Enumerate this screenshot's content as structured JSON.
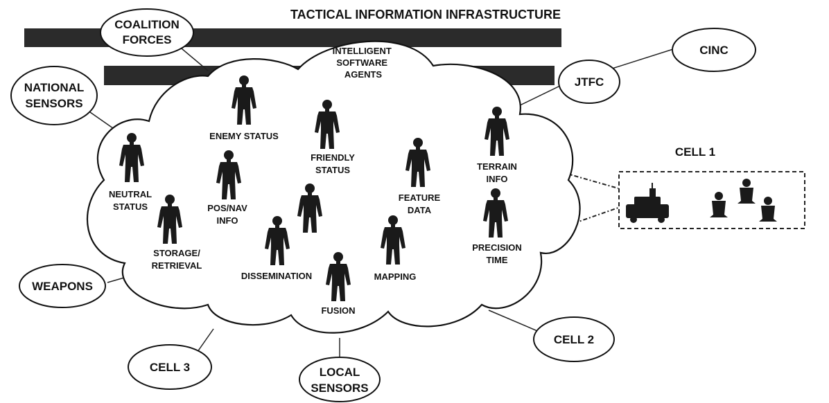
{
  "title": "TACTICAL INFORMATION INFRASTRUCTURE",
  "cloud_label": [
    "INTELLIGENT",
    "SOFTWARE",
    "AGENTS"
  ],
  "nodes": {
    "coalition": [
      "COALITION",
      "FORCES"
    ],
    "national": [
      "NATIONAL",
      "SENSORS"
    ],
    "cinc": [
      "CINC"
    ],
    "jtfc": [
      "JTFC"
    ],
    "weapons": [
      "WEAPONS"
    ],
    "cell3": [
      "CELL 3"
    ],
    "local": [
      "LOCAL",
      "SENSORS"
    ],
    "cell2": [
      "CELL 2"
    ]
  },
  "cell1_label": "CELL 1",
  "agents": {
    "enemy": [
      "ENEMY STATUS"
    ],
    "friendly": [
      "FRIENDLY",
      "STATUS"
    ],
    "terrain": [
      "TERRAIN",
      "INFO"
    ],
    "neutral": [
      "NEUTRAL",
      "STATUS"
    ],
    "posnav": [
      "POS/NAV",
      "INFO"
    ],
    "feature": [
      "FEATURE",
      "DATA"
    ],
    "precision": [
      "PRECISION",
      "TIME"
    ],
    "storage": [
      "STORAGE/",
      "RETRIEVAL"
    ],
    "dissemination": [
      "DISSEMINATION"
    ],
    "mapping": [
      "MAPPING"
    ],
    "fusion": [
      "FUSION"
    ]
  },
  "colors": {
    "ink": "#111111",
    "band": "#2b2b2b",
    "background": "#ffffff"
  }
}
